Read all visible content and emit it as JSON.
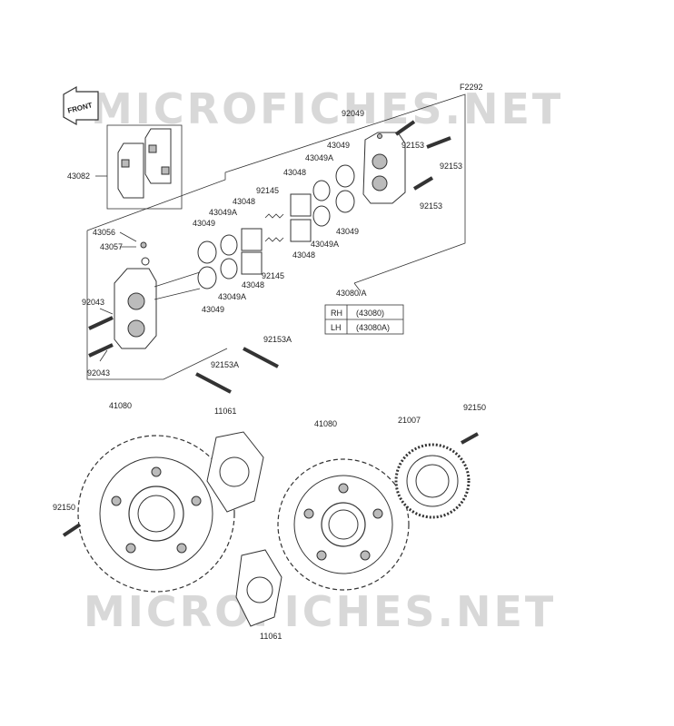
{
  "watermark": {
    "top": "MICROFICHES.NET",
    "bottom": "MICROFICHES.NET"
  },
  "diagram_code": "F2292",
  "front_arrow": "FRONT",
  "labels": {
    "p43082": "43082",
    "p43056": "43056",
    "p43057": "43057",
    "p92043a": "92043",
    "p92043b": "92043",
    "p43049_l1": "43049",
    "p43049a_l1": "43049A",
    "p43048_l1": "43048",
    "p92145_t": "92145",
    "p92145_b": "92145",
    "p43048_l2": "43048",
    "p43049a_l2": "43049A",
    "p43049_l2": "43049",
    "p43048_r1": "43048",
    "p43049a_r1": "43049A",
    "p43049_r1": "43049",
    "p43049a_r2": "43049A",
    "p43048_r2": "43048",
    "p43049_r2": "43049",
    "p92049": "92049",
    "p92153_1": "92153",
    "p92153_2": "92153",
    "p92153_3": "92153",
    "p43080": "43080/A",
    "p92153a_1": "92153A",
    "p92153a_2": "92153A",
    "p41080_l": "41080",
    "p11061_t": "11061",
    "p41080_r": "41080",
    "p21007": "21007",
    "p92150_r": "92150",
    "p92150_l": "92150",
    "p11061_b": "11061"
  },
  "caliper_table": {
    "rows": [
      {
        "side": "RH",
        "part": "(43080)"
      },
      {
        "side": "LH",
        "part": "(43080A)"
      }
    ]
  }
}
